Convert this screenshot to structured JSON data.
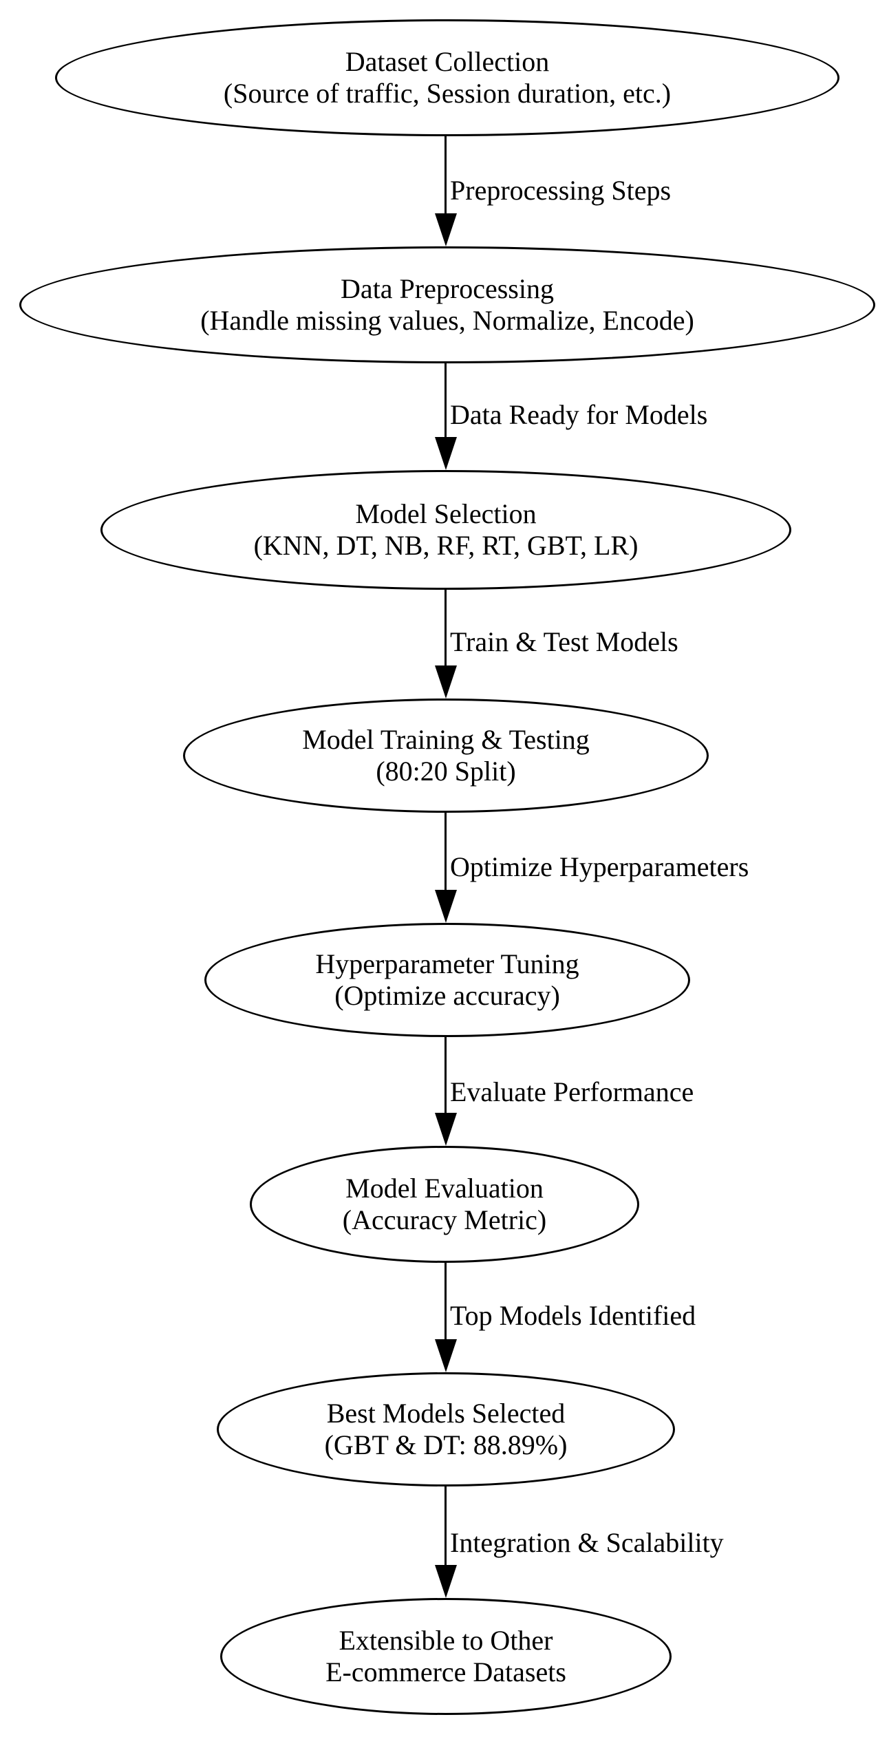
{
  "diagram": {
    "type": "flowchart",
    "background_color": "#ffffff",
    "stroke_color": "#000000",
    "text_color": "#000000",
    "nodes": [
      {
        "id": "dataset-collection",
        "title": "Dataset Collection",
        "subtitle": "(Source of traffic, Session duration, etc.)"
      },
      {
        "id": "data-preprocessing",
        "title": "Data Preprocessing",
        "subtitle": "(Handle missing values, Normalize, Encode)"
      },
      {
        "id": "model-selection",
        "title": "Model Selection",
        "subtitle": "(KNN, DT, NB, RF, RT, GBT, LR)"
      },
      {
        "id": "model-training-testing",
        "title": "Model Training & Testing",
        "subtitle": "(80:20 Split)"
      },
      {
        "id": "hyperparameter-tuning",
        "title": "Hyperparameter Tuning",
        "subtitle": "(Optimize accuracy)"
      },
      {
        "id": "model-evaluation",
        "title": "Model Evaluation",
        "subtitle": "(Accuracy Metric)"
      },
      {
        "id": "best-models-selected",
        "title": "Best Models Selected",
        "subtitle": "(GBT & DT: 88.89%)"
      },
      {
        "id": "extensible-datasets",
        "title": "Extensible to Other",
        "subtitle": "E-commerce Datasets"
      }
    ],
    "edges": [
      {
        "label": "Preprocessing Steps"
      },
      {
        "label": "Data Ready for Models"
      },
      {
        "label": "Train & Test Models"
      },
      {
        "label": "Optimize Hyperparameters"
      },
      {
        "label": "Evaluate Performance"
      },
      {
        "label": "Top Models Identified"
      },
      {
        "label": "Integration & Scalability"
      }
    ]
  }
}
